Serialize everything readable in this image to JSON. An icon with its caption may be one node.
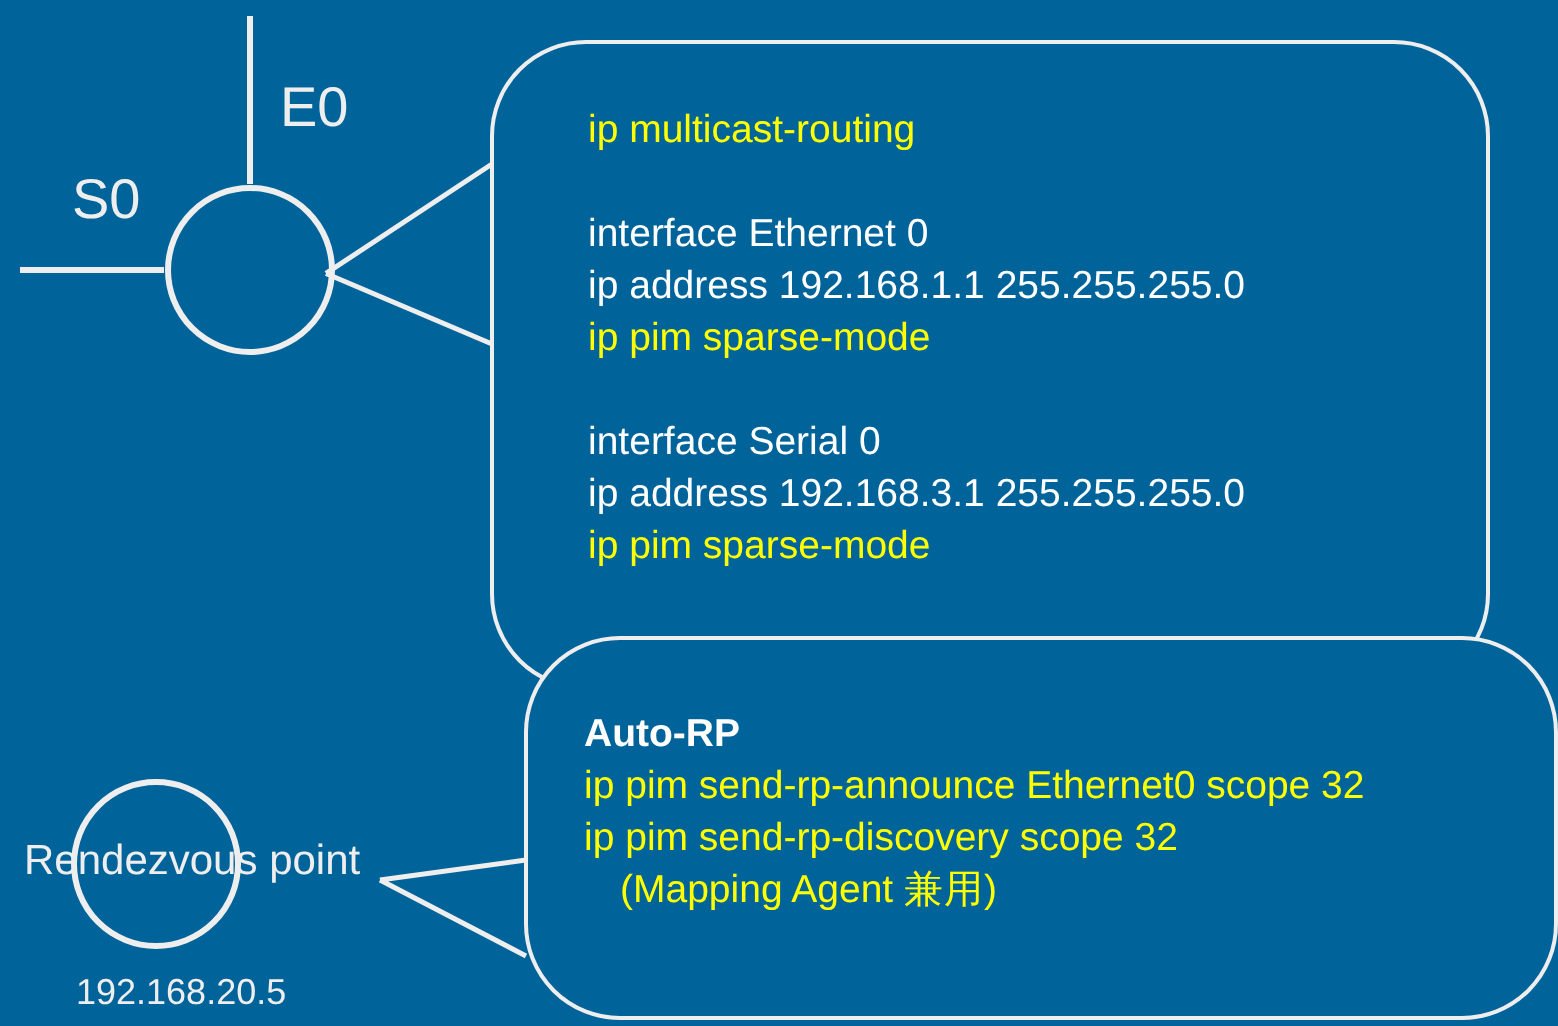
{
  "diagram": {
    "nodes": [
      {
        "text": [],
        "shape": "circle"
      },
      {
        "text": [
          "ip multicast-routing",
          "interface Ethernet 0",
          "ip address 192.168.1.1 255.255.255.0",
          "ip pim sparse-mode",
          "interface Serial 0",
          "ip address 192.168.3.1 255.255.255.0",
          "ip pim sparse-mode"
        ]
      },
      {
        "text": [
          "Rendezvous point"
        ],
        "beside": [
          "192.168.20.5"
        ]
      },
      {
        "text": [
          "Auto-RP",
          "ip pim send-rp-announce Ethernet0 scope 32",
          "ip pim send-rp-discovery scope 32",
          "(Mapping Agent 兼用)"
        ]
      }
    ],
    "edges": [
      {
        "from": 1,
        "to": 0,
        "arrow": "none"
      },
      {
        "from": 3,
        "to": 2,
        "arrow": "none"
      },
      {
        "from": 0,
        "to": null,
        "arrow": "none",
        "label": "E0"
      },
      {
        "from": 0,
        "to": null,
        "arrow": "none",
        "label": "S0"
      }
    ]
  }
}
